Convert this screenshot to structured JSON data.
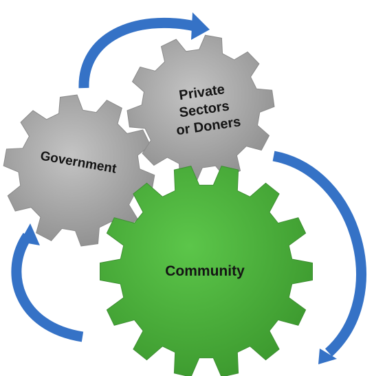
{
  "gears": {
    "government": {
      "label": "Government",
      "color": "#ababab"
    },
    "private": {
      "lines": [
        "Private",
        "Sectors",
        "or Doners"
      ],
      "color": "#a9a9a9"
    },
    "community": {
      "label": "Community",
      "color": "#4fb23f"
    }
  },
  "arrow_color": "#3572c6"
}
